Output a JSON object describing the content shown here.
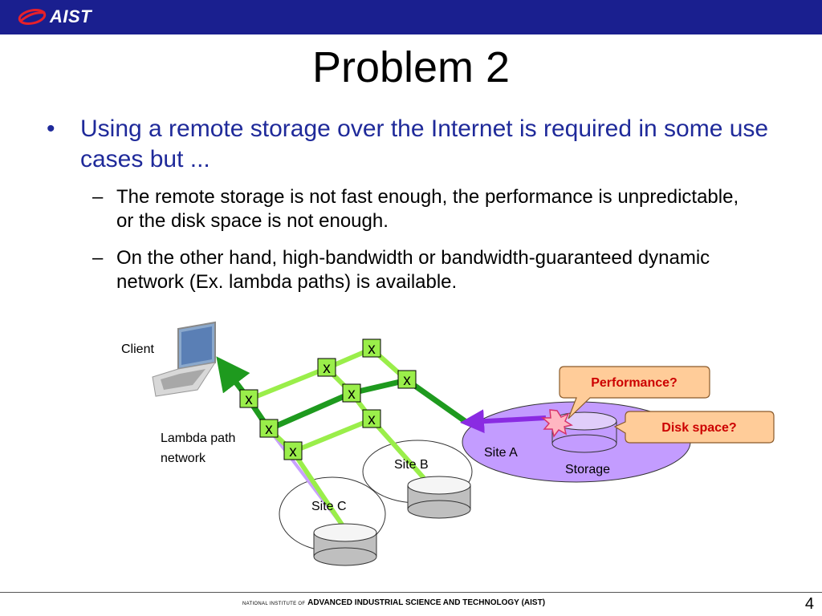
{
  "header": {
    "logo_text": "AIST"
  },
  "title": "Problem 2",
  "bullet": {
    "text": "Using a remote storage over the Internet is required in some use cases but ...",
    "subitems": [
      "The remote storage is not fast enough, the performance is unpredictable, or the disk space is not enough.",
      "On the other hand, high-bandwidth or bandwidth-guaranteed dynamic network (Ex. lambda paths) is available."
    ]
  },
  "diagram": {
    "client_label": "Client",
    "network_label_line1": "Lambda path",
    "network_label_line2": "network",
    "switch_label": "x",
    "site_a_label": "Site A",
    "site_b_label": "Site B",
    "site_c_label": "Site C",
    "storage_label": "Storage",
    "callout_performance": "Performance?",
    "callout_disk": "Disk space?"
  },
  "footer": {
    "prefix": "NATIONAL INSTITUTE OF",
    "name": "ADVANCED INDUSTRIAL SCIENCE AND TECHNOLOGY",
    "abbr": "(AIST)",
    "page": "4"
  },
  "colors": {
    "header_bar": "#1a1f8f",
    "bullet_text": "#1f2a9a",
    "path_light_green": "#9aee4a",
    "path_dark_green": "#1e9a1e",
    "site_a_fill": "#c39cff",
    "callout_fill": "#ffcc99",
    "callout_text": "#cc0000",
    "purple_arrow": "#8a2be2"
  }
}
